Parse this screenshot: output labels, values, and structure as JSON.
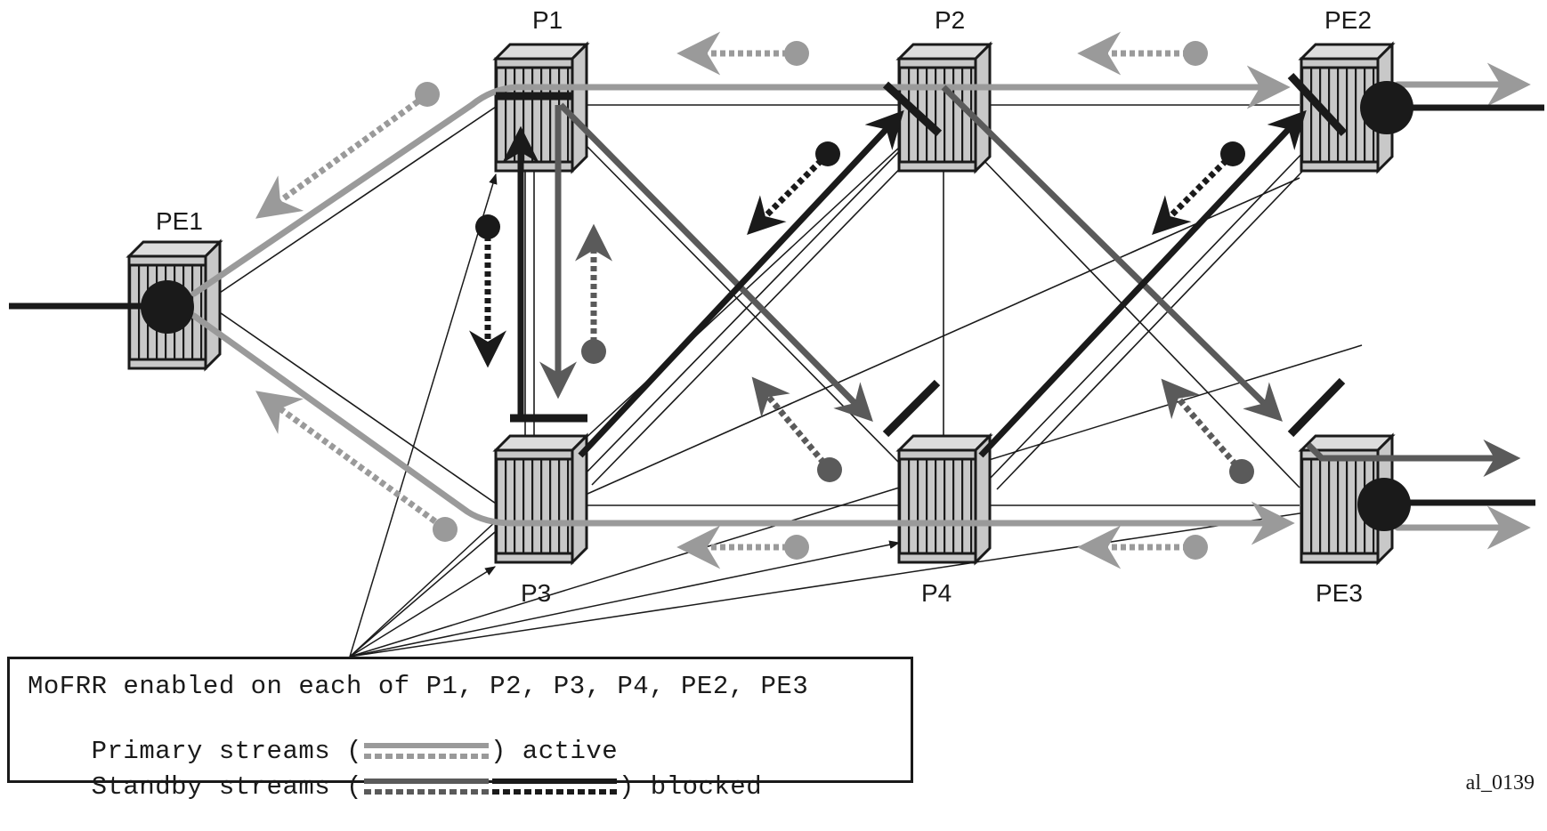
{
  "figure": {
    "id_label": "al_0139",
    "colors": {
      "primary": "#9a9a9a",
      "standby_gray": "#5a5a5a",
      "standby_black": "#1a1a1a",
      "router_face": "#c8c8c8",
      "router_top": "#dcdcdc"
    }
  },
  "nodes": [
    {
      "id": "PE1",
      "label": "PE1"
    },
    {
      "id": "P1",
      "label": "P1"
    },
    {
      "id": "P2",
      "label": "P2"
    },
    {
      "id": "PE2",
      "label": "PE2"
    },
    {
      "id": "P3",
      "label": "P3"
    },
    {
      "id": "P4",
      "label": "P4"
    },
    {
      "id": "PE3",
      "label": "PE3"
    }
  ],
  "links": [
    [
      "PE1",
      "P1"
    ],
    [
      "PE1",
      "P3"
    ],
    [
      "P1",
      "P2"
    ],
    [
      "P1",
      "P3"
    ],
    [
      "P1",
      "P4"
    ],
    [
      "P2",
      "PE2"
    ],
    [
      "P2",
      "P3"
    ],
    [
      "P2",
      "P4"
    ],
    [
      "P2",
      "PE3"
    ],
    [
      "P3",
      "P4"
    ],
    [
      "P4",
      "PE3"
    ],
    [
      "P4",
      "PE2"
    ],
    [
      "P3",
      "PE2"
    ]
  ],
  "streams": {
    "primary": [
      {
        "path": "PE1-P1-P2-PE2",
        "status": "active"
      },
      {
        "path": "PE1-P3-P4-PE3",
        "status": "active"
      }
    ],
    "standby": [
      {
        "path": "P1-P3",
        "status": "blocked"
      },
      {
        "path": "P3-P1",
        "status": "blocked"
      },
      {
        "path": "P1-P4",
        "status": "blocked"
      },
      {
        "path": "P3-P2",
        "status": "blocked"
      },
      {
        "path": "P2-PE3",
        "status": "blocked"
      },
      {
        "path": "P4-PE2",
        "status": "blocked"
      }
    ]
  },
  "legend": {
    "line1": "MoFRR enabled on each of P1, P2, P3, P4, PE2, PE3",
    "line2_prefix": "Primary streams (",
    "line2_suffix": ") active",
    "line3_prefix": "Standby streams (",
    "line3_suffix": ") blocked",
    "items": [
      {
        "name": "Primary streams",
        "status": "active"
      },
      {
        "name": "Standby streams",
        "status": "blocked"
      }
    ]
  }
}
